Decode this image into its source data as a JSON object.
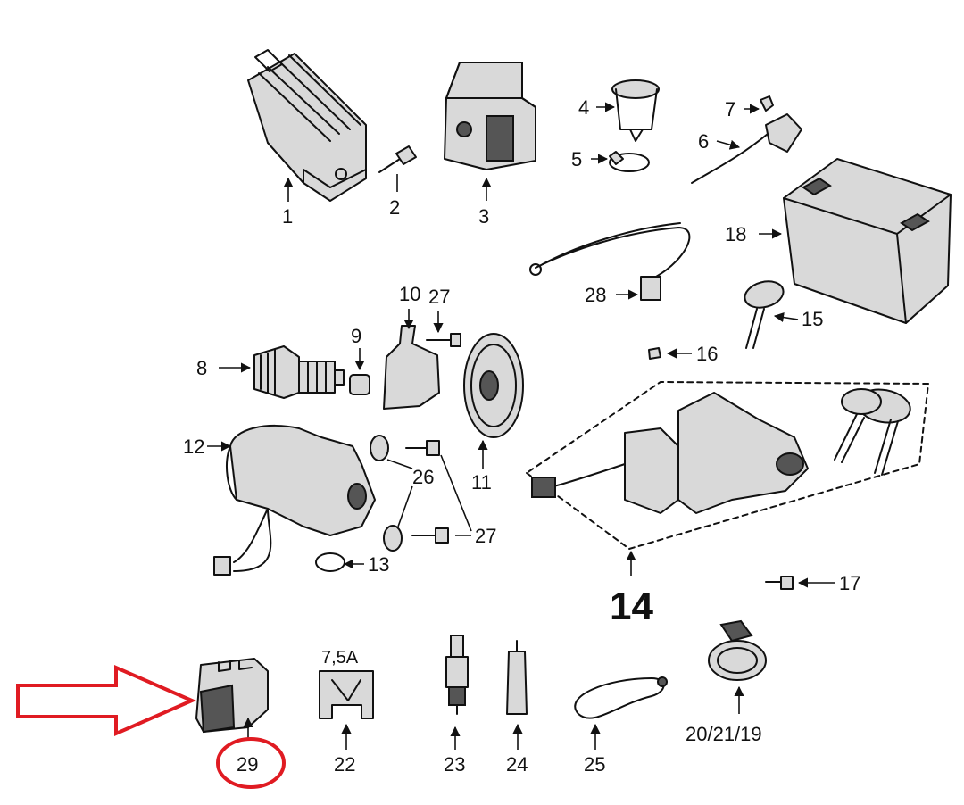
{
  "diagram": {
    "callouts": {
      "p1": "1",
      "p2": "2",
      "p3": "3",
      "p4": "4",
      "p5": "5",
      "p6": "6",
      "p7": "7",
      "p8": "8",
      "p9": "9",
      "p10": "10",
      "p11": "11",
      "p12": "12",
      "p13": "13",
      "p14": "14",
      "p15": "15",
      "p16": "16",
      "p17": "17",
      "p18": "18",
      "p20_21_19": "20/21/19",
      "p22": "22",
      "p23": "23",
      "p24": "24",
      "p25": "25",
      "p26": "26",
      "p27a": "27",
      "p27b": "27",
      "p28": "28",
      "p29": "29"
    },
    "fuse_rating": "7,5A",
    "highlight": {
      "part": "29",
      "color": "#e01b22"
    }
  }
}
